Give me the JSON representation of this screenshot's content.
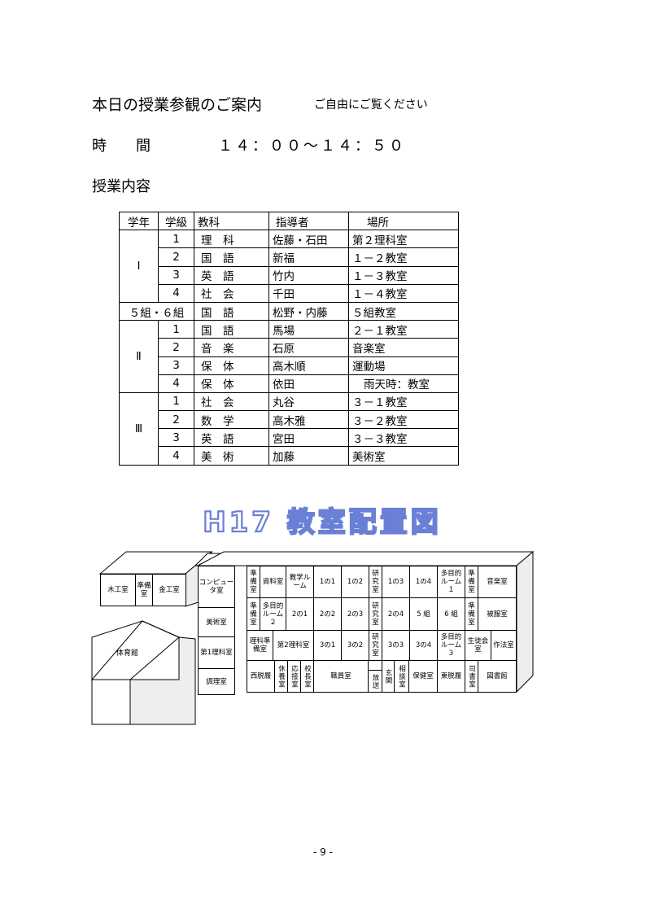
{
  "header": {
    "title": "本日の授業参観のご案内",
    "subtitle": "ご自由にご覧ください",
    "time_label": "時　　間",
    "time_value": "１４：００～１４：５０",
    "content_label": "授業内容"
  },
  "table": {
    "headers": [
      "学年",
      "学級",
      "教科",
      "指導者",
      "場所"
    ],
    "groups": [
      {
        "grade": "Ⅰ",
        "rows": [
          {
            "cls": "1",
            "subject": "理　科",
            "teacher": "佐藤・石田",
            "place": "第２理科室"
          },
          {
            "cls": "2",
            "subject": "国　語",
            "teacher": "新福",
            "place": "１－２教室"
          },
          {
            "cls": "3",
            "subject": "英　語",
            "teacher": "竹内",
            "place": "１－３教室"
          },
          {
            "cls": "4",
            "subject": "社　会",
            "teacher": "千田",
            "place": "１－４教室"
          }
        ]
      },
      {
        "special": {
          "label": "５組・６組",
          "subject": "国　語",
          "teacher": "松野・内藤",
          "place": "５組教室"
        }
      },
      {
        "grade": "Ⅱ",
        "rows": [
          {
            "cls": "1",
            "subject": "国　語",
            "teacher": "馬場",
            "place": "２－１教室"
          },
          {
            "cls": "2",
            "subject": "音　楽",
            "teacher": "石原",
            "place": "音楽室"
          },
          {
            "cls": "3",
            "subject": "保　体",
            "teacher": "高木順",
            "place": "運動場"
          },
          {
            "cls": "4",
            "subject": "保　体",
            "teacher": "依田",
            "place": "雨天時：教室"
          }
        ]
      },
      {
        "grade": "Ⅲ",
        "rows": [
          {
            "cls": "1",
            "subject": "社　会",
            "teacher": "丸谷",
            "place": "３－１教室"
          },
          {
            "cls": "2",
            "subject": "数　学",
            "teacher": "高木雅",
            "place": "３－２教室"
          },
          {
            "cls": "3",
            "subject": "英　語",
            "teacher": "宮田",
            "place": "３－３教室"
          },
          {
            "cls": "4",
            "subject": "美　術",
            "teacher": "加藤",
            "place": "美術室"
          }
        ]
      }
    ]
  },
  "banner": {
    "text": "H17 教室配置図",
    "color": "#6a7fd6"
  },
  "plan": {
    "wood": "木工室",
    "prep": "準備室",
    "metal": "金工室",
    "gym": "体育館",
    "computer": "コンピュータ室",
    "art": "美術室",
    "sci1": "第1理科室",
    "cook": "調理室",
    "r1": [
      "準備室",
      "資料室",
      "教学ルーム",
      "1の1",
      "1の2",
      "研究室",
      "1の3",
      "1の4",
      "多目的ルーム１",
      "準備室",
      "音楽室"
    ],
    "r2": [
      "準備室",
      "多目的ルーム２",
      "2の1",
      "2の2",
      "2の3",
      "研究室",
      "2の4",
      "5 組",
      "6 組",
      "準備室",
      "被服室"
    ],
    "r3": [
      "理科準備室",
      "第2理科室",
      "3の1",
      "3の2",
      "研究室",
      "3の3",
      "3の4",
      "多目的ルーム３",
      "生徒会室",
      "作法室"
    ],
    "r4": [
      "西脱履",
      "休養室",
      "応接室",
      "校長室",
      "職員室",
      "放送",
      "玄関",
      "相談室",
      "保健室",
      "東脱履",
      "司書室",
      "図書館"
    ]
  },
  "page_number": "- 9 -"
}
